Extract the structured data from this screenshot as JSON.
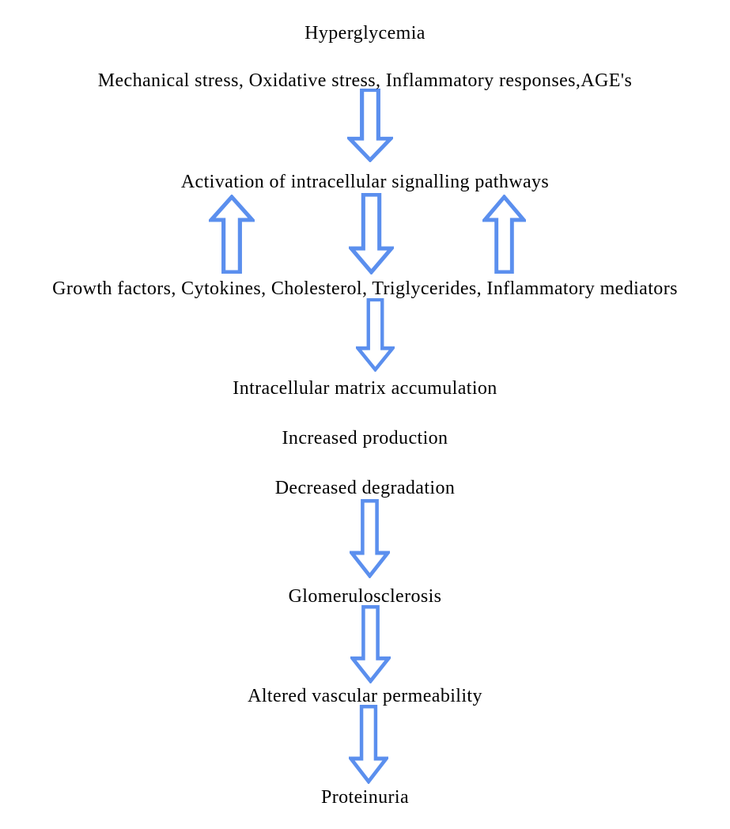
{
  "diagram": {
    "title": "Hyperglycemia pathway flowchart",
    "colors": {
      "arrow_outline": "#5b8fee",
      "arrow_fill": "#ffffff",
      "text": "#000000",
      "background": "#ffffff"
    },
    "nodes": [
      {
        "id": "hyperglycemia",
        "label": "Hyperglycemia"
      },
      {
        "id": "stimuli",
        "label": "Mechanical stress, Oxidative stress, Inflammatory responses,AGE's"
      },
      {
        "id": "activation",
        "label": "Activation of intracellular signalling pathways"
      },
      {
        "id": "mediators",
        "label": "Growth factors, Cytokines, Cholesterol, Triglycerides, Inflammatory mediators"
      },
      {
        "id": "matrix",
        "label": "Intracellular matrix accumulation"
      },
      {
        "id": "increased-production",
        "label": "Increased production"
      },
      {
        "id": "decreased-degradation",
        "label": "Decreased degradation"
      },
      {
        "id": "glomerulosclerosis",
        "label": "Glomerulosclerosis"
      },
      {
        "id": "altered-permeability",
        "label": "Altered vascular permeability"
      },
      {
        "id": "proteinuria",
        "label": "Proteinuria"
      }
    ],
    "arrows": [
      {
        "icon": "down-arrow-icon",
        "direction": "down",
        "from": "stimuli",
        "to": "activation"
      },
      {
        "icon": "up-arrow-icon",
        "direction": "up",
        "from": "mediators",
        "to": "activation"
      },
      {
        "icon": "down-arrow-icon",
        "direction": "down",
        "from": "activation",
        "to": "mediators"
      },
      {
        "icon": "up-arrow-icon",
        "direction": "up",
        "from": "mediators",
        "to": "activation"
      },
      {
        "icon": "down-arrow-icon",
        "direction": "down",
        "from": "mediators",
        "to": "matrix"
      },
      {
        "icon": "down-arrow-icon",
        "direction": "down",
        "from": "decreased-degradation",
        "to": "glomerulosclerosis"
      },
      {
        "icon": "down-arrow-icon",
        "direction": "down",
        "from": "glomerulosclerosis",
        "to": "altered-permeability"
      },
      {
        "icon": "down-arrow-icon",
        "direction": "down",
        "from": "altered-permeability",
        "to": "proteinuria"
      }
    ]
  }
}
